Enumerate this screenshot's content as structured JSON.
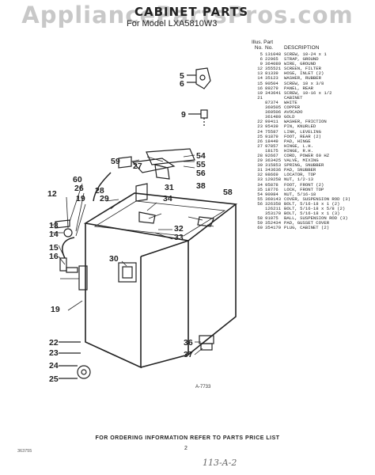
{
  "watermark": "AppliancePartsPros.com",
  "title": "CABINET PARTS",
  "subtitle": "For Model LXA5810W3",
  "table": {
    "header_top": "Illus. Part",
    "header_no": "No.",
    "header_part": "No.",
    "header_desc": "DESCRIPTION",
    "rows": [
      {
        "no": "5",
        "part": "131048",
        "desc": "SCREW, 10-24 x 1"
      },
      {
        "no": "6",
        "part": "22965",
        "desc": "STRAP, GROUND"
      },
      {
        "no": "9",
        "part": "364089",
        "desc": "WIRE, GROUND"
      },
      {
        "no": "12",
        "part": "355521",
        "desc": "SCREEN, FILTER"
      },
      {
        "no": "13",
        "part": "81339",
        "desc": "HOSE, INLET (2)"
      },
      {
        "no": "14",
        "part": "35123",
        "desc": "WASHER, RUBBER"
      },
      {
        "no": "15",
        "part": "90504",
        "desc": "SCREW, 10 x 3/8"
      },
      {
        "no": "16",
        "part": "89279",
        "desc": "PANEL, REAR"
      },
      {
        "no": "19",
        "part": "343641",
        "desc": "SCREW, 10-16 x 1/2"
      },
      {
        "no": "21",
        "part": "",
        "desc": "CABINET"
      },
      {
        "no": "",
        "part": "87374",
        "desc": "WHITE"
      },
      {
        "no": "",
        "part": "360505",
        "desc": "COPPER"
      },
      {
        "no": "",
        "part": "360506",
        "desc": "AVOCADO"
      },
      {
        "no": "",
        "part": "361480",
        "desc": "GOLD"
      },
      {
        "no": "22",
        "part": "99411",
        "desc": "WASHER, FRICTION"
      },
      {
        "no": "23",
        "part": "95439",
        "desc": "PIN, KNURLED"
      },
      {
        "no": "24",
        "part": "75587",
        "desc": "LINK, LEVELING"
      },
      {
        "no": "25",
        "part": "91879",
        "desc": "FOOT, REAR (2)"
      },
      {
        "no": "26",
        "part": "18449",
        "desc": "PAD, HINGE"
      },
      {
        "no": "27",
        "part": "97857",
        "desc": "HINGE, L.H."
      },
      {
        "no": "",
        "part": "18175",
        "desc": "HINGE, R.H."
      },
      {
        "no": "28",
        "part": "92667",
        "desc": "CORD, POWER 60 HZ"
      },
      {
        "no": "29",
        "part": "363425",
        "desc": "VALVE, MIXING"
      },
      {
        "no": "30",
        "part": "315853",
        "desc": "SPRING, SNUBBER"
      },
      {
        "no": "31",
        "part": "343636",
        "desc": "PAD, SNUBBER"
      },
      {
        "no": "32",
        "part": "98669",
        "desc": "LOCATOR, TOP"
      },
      {
        "no": "33",
        "part": "120258",
        "desc": "NUT, 1/2-13"
      },
      {
        "no": "34",
        "part": "95878",
        "desc": "FOOT, FRONT (2)"
      },
      {
        "no": "35",
        "part": "18776",
        "desc": "LOCK, FRONT TOP"
      },
      {
        "no": "54",
        "part": "90984",
        "desc": "NUT, 5/16-18"
      },
      {
        "no": "55",
        "part": "360143",
        "desc": "COVER, SUSPENSION ROD (3)"
      },
      {
        "no": "56",
        "part": "326358",
        "desc": "BOLT, 5/16-18 x 1 (2)"
      },
      {
        "no": "",
        "part": "126211",
        "desc": "BOLT, 5/16-18 x 5/8 (2)"
      },
      {
        "no": "",
        "part": "353170",
        "desc": "BOLT, 5/16-18 x 1 (3)"
      },
      {
        "no": "58",
        "part": "91075",
        "desc": "BALL, SUSPENSION ROD (3)"
      },
      {
        "no": "59",
        "part": "352434",
        "desc": "PAD, GUSSET COVER"
      },
      {
        "no": "60",
        "part": "354179",
        "desc": "PLUG, CABINET (2)"
      }
    ]
  },
  "callouts": {
    "c5": "5",
    "c6": "6",
    "c9": "9",
    "c54": "54",
    "c55": "55",
    "c56": "56",
    "c59": "59",
    "c27": "27",
    "c60": "60",
    "c26": "26",
    "c12": "12",
    "c19a": "19",
    "c28": "28",
    "c29": "29",
    "c13": "13",
    "c14": "14",
    "c15": "15",
    "c16": "16",
    "c30": "30",
    "c31": "31",
    "c34": "34",
    "c38": "38",
    "c58": "58",
    "c32": "32",
    "c33": "33",
    "c19b": "19",
    "c22": "22",
    "c23": "23",
    "c24": "24",
    "c25": "25",
    "c36": "36",
    "c37": "37"
  },
  "art_code": "A-7733",
  "footer": "FOR ORDERING INFORMATION REFER TO PARTS PRICE LIST",
  "ref_code": "363755",
  "page_num": "2",
  "handwritten": "113-A-2"
}
